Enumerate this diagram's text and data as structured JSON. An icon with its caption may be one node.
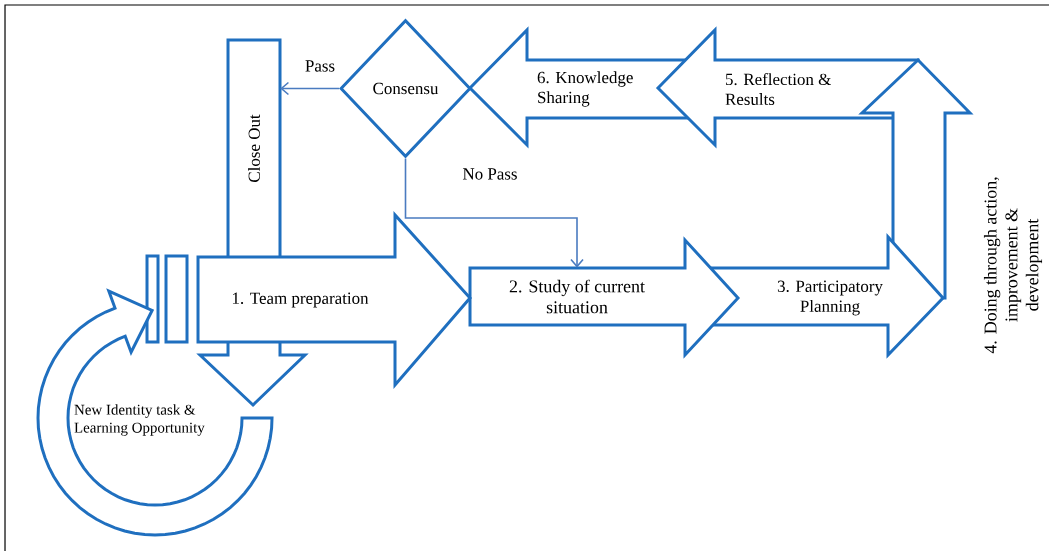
{
  "diagram": {
    "nodes": [
      {
        "text": [
          "Close Out"
        ]
      },
      {
        "text": [
          "Consensu"
        ]
      },
      {
        "text": [
          "6. Knowledge Sharing"
        ]
      },
      {
        "text": [
          "5. Reflection & Results"
        ]
      },
      {
        "text": [
          "4. Doing through action, improvement & development"
        ]
      },
      {
        "text": [
          "1. Team preparation"
        ]
      },
      {
        "text": [
          "2. Study of current situation"
        ]
      },
      {
        "text": [
          "3. Participatory Planning"
        ]
      },
      {
        "text": [
          "New Identity task & Learning Opportunity"
        ]
      }
    ],
    "edges": [
      {
        "from": 1,
        "to": 0,
        "arrow": "to",
        "label": "Pass"
      },
      {
        "from": 1,
        "to": 6,
        "arrow": "to",
        "label": "No Pass"
      }
    ]
  }
}
